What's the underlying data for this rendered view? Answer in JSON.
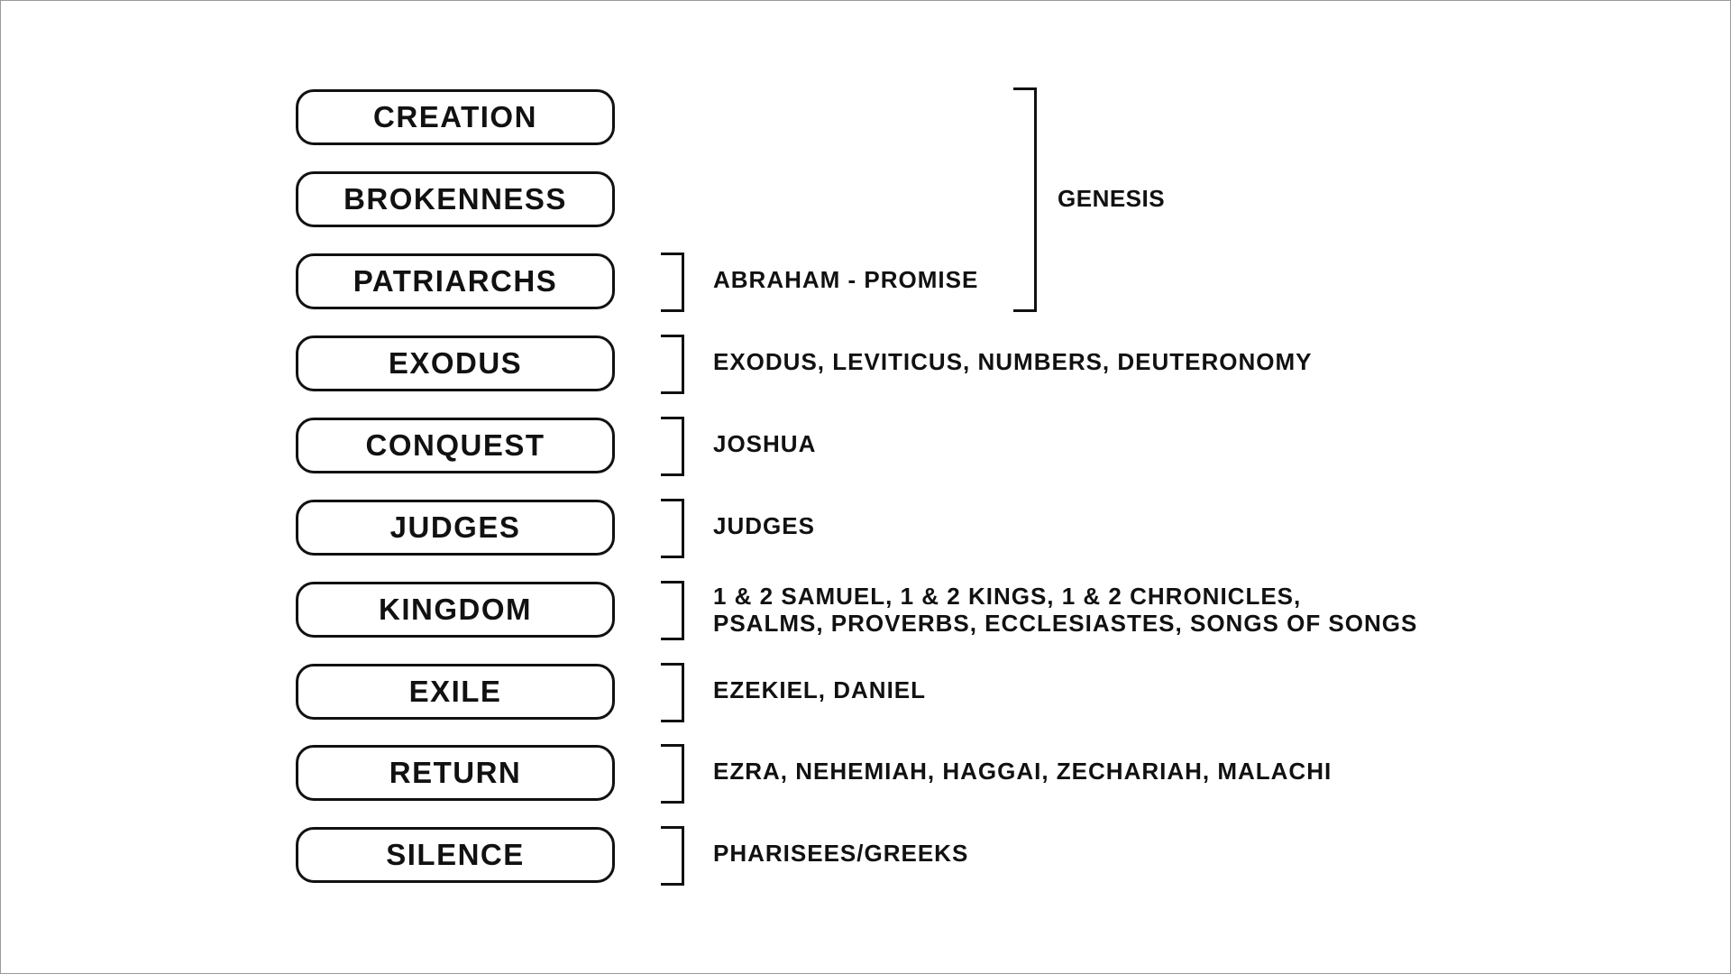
{
  "eras": [
    {
      "label": "CREATION"
    },
    {
      "label": "BROKENNESS"
    },
    {
      "label": "PATRIARCHS",
      "books": "ABRAHAM - PROMISE"
    },
    {
      "label": "EXODUS",
      "books": "EXODUS, LEVITICUS, NUMBERS, DEUTERONOMY"
    },
    {
      "label": "CONQUEST",
      "books": "JOSHUA"
    },
    {
      "label": "JUDGES",
      "books": "JUDGES"
    },
    {
      "label": "KINGDOM",
      "books_line1": "1 & 2 SAMUEL, 1 & 2 KINGS, 1 & 2 CHRONICLES,",
      "books_line2": "PSALMS, PROVERBS, ECCLESIASTES, SONGS OF SONGS"
    },
    {
      "label": "EXILE",
      "books": "EZEKIEL, DANIEL"
    },
    {
      "label": "RETURN",
      "books": "EZRA, NEHEMIAH, HAGGAI, ZECHARIAH, MALACHI"
    },
    {
      "label": "SILENCE",
      "books": "PHARISEES/GREEKS"
    }
  ],
  "genesis": {
    "label": "GENESIS"
  }
}
